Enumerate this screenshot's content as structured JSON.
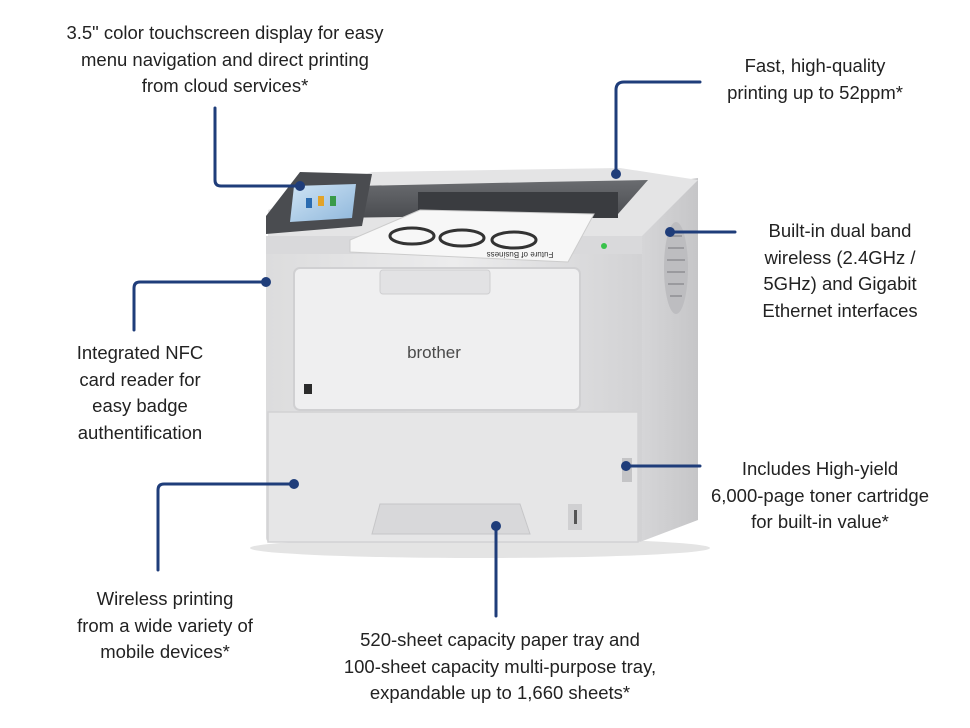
{
  "callouts": {
    "touchscreen": "3.5\" color touchscreen display for easy\nmenu navigation and direct printing\nfrom cloud services*",
    "speed": "Fast, high-quality\nprinting up to 52ppm*",
    "wireless": "Built-in dual band\nwireless (2.4GHz /\n5GHz) and Gigabit\nEthernet interfaces",
    "nfc": "Integrated NFC\ncard reader for\neasy badge\nauthentification",
    "toner": "Includes High-yield\n6,000-page toner cartridge\nfor built-in value*",
    "mobile": "Wireless printing\nfrom a wide variety of\nmobile devices*",
    "tray": "520-sheet capacity paper tray and\n100-sheet capacity multi-purpose tray,\nexpandable up to 1,660 sheets*"
  },
  "printer": {
    "brand": "brother",
    "paper_text": "Future of Business"
  },
  "colors": {
    "callout_line": "#1f3d7a",
    "printer_body": "#e9e9ea",
    "printer_top": "#595b5e"
  }
}
